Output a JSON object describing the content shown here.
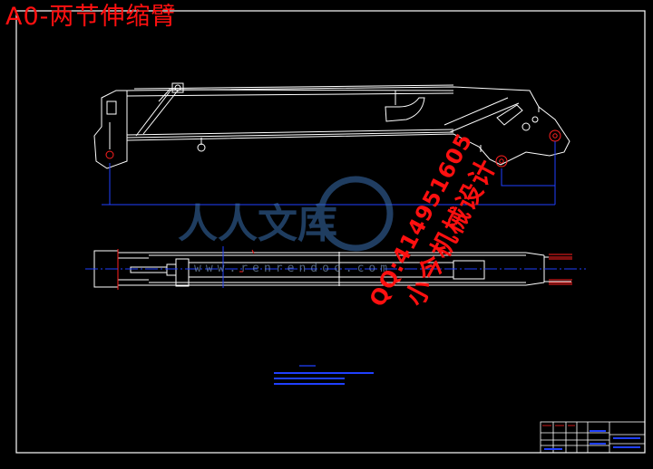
{
  "drawing": {
    "title": "A0-两节伸缩臂",
    "watermark_logo_text": "人人文库",
    "watermark_url": "www.renrendoc.com",
    "watermark_qq": "QQ:414951605",
    "watermark_shop": "小今机械设计",
    "line_color": "#ffffff",
    "dim_color": "#2040ff",
    "title_color": "#ff1010"
  }
}
